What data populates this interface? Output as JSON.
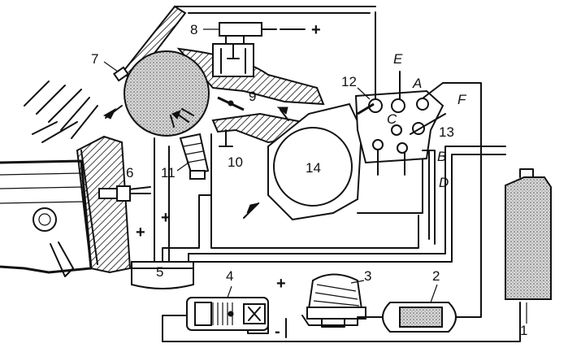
{
  "labels": {
    "n1": "1",
    "n2": "2",
    "n3": "3",
    "n4": "4",
    "n5": "5",
    "n6": "6",
    "n7": "7",
    "n8": "8",
    "n9": "9",
    "n10": "10",
    "n11": "11",
    "n12": "12",
    "n13": "13",
    "n14": "14",
    "A": "A",
    "B": "B",
    "C": "C",
    "D": "D",
    "E": "E",
    "F": "F"
  },
  "signs": {
    "plus_8": "+",
    "plus_5_left": "+",
    "plus_5_right": "+",
    "plus_4": "+",
    "minus_4": "-"
  }
}
